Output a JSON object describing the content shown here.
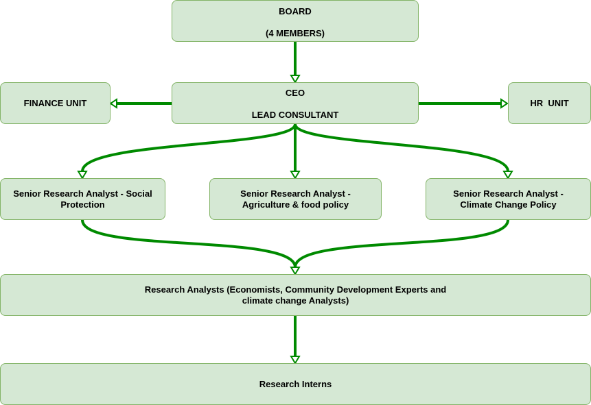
{
  "nodes": {
    "board": {
      "line1": "BOARD",
      "line2": "(4 MEMBERS)"
    },
    "ceo": {
      "line1": "CEO",
      "line2": "LEAD CONSULTANT"
    },
    "finance": {
      "label": "FINANCE UNIT"
    },
    "hr": {
      "label": "HR  UNIT"
    },
    "sra_social": {
      "label": "Senior Research Analyst - Social Protection"
    },
    "sra_agri": {
      "label": "Senior Research Analyst - Agriculture & food policy"
    },
    "sra_climate": {
      "label": "Senior Research Analyst - Climate Change Policy"
    },
    "analysts": {
      "label": "Research Analysts (Economists, Community Development Experts and climate change Analysts)"
    },
    "interns": {
      "label": "Research Interns"
    }
  },
  "colors": {
    "node_fill": "#d5e8d4",
    "node_border": "#82b366",
    "connector": "#008a00"
  }
}
